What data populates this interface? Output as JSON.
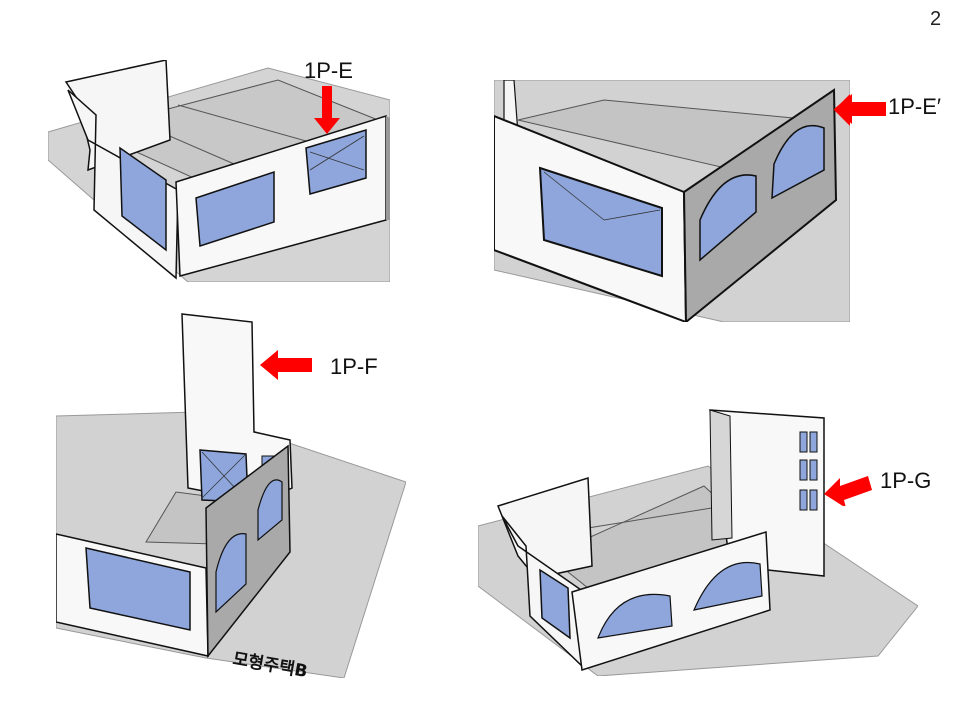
{
  "page": {
    "number": "2"
  },
  "steps": [
    {
      "id": "1P-E",
      "label": "1P-E"
    },
    {
      "id": "1P-E2",
      "label": "1P-E′"
    },
    {
      "id": "1P-F",
      "label": "1P-F"
    },
    {
      "id": "1P-G",
      "label": "1P-G"
    }
  ],
  "model_base_text": "모형주택B",
  "colors": {
    "board": "#d2d2d2",
    "wall": "#f7f7f7",
    "wall_shadow": "#bdbdbd",
    "window": "#8ea6dc",
    "arrow": "#ff0000",
    "outline": "#111111"
  }
}
